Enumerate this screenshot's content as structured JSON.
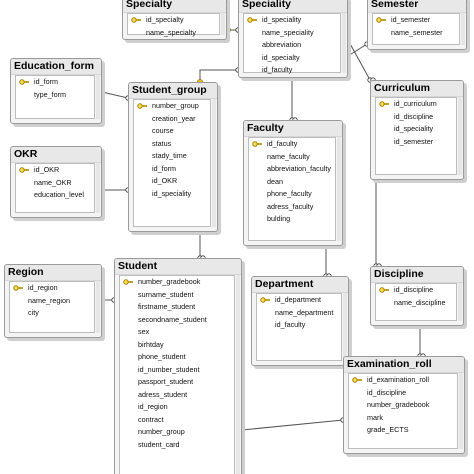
{
  "tables": [
    {
      "id": "specialty",
      "title": "Specialty",
      "fields": [
        {
          "name": "id_specialty",
          "pk": true
        },
        {
          "name": "name_specialty",
          "pk": false
        }
      ]
    },
    {
      "id": "speciality",
      "title": "Speciality",
      "fields": [
        {
          "name": "id_speciality",
          "pk": true
        },
        {
          "name": "name_speciality",
          "pk": false
        },
        {
          "name": "abbreviation",
          "pk": false
        },
        {
          "name": "id_specialty",
          "pk": false
        },
        {
          "name": "id_faculty",
          "pk": false
        }
      ]
    },
    {
      "id": "semester",
      "title": "Semester",
      "fields": [
        {
          "name": "id_semester",
          "pk": true
        },
        {
          "name": "name_semester",
          "pk": false
        }
      ]
    },
    {
      "id": "education_form",
      "title": "Education_form",
      "fields": [
        {
          "name": "id_form",
          "pk": true
        },
        {
          "name": "type_form",
          "pk": false
        }
      ]
    },
    {
      "id": "student_group",
      "title": "Student_group",
      "fields": [
        {
          "name": "number_group",
          "pk": true
        },
        {
          "name": "creation_year",
          "pk": false
        },
        {
          "name": "course",
          "pk": false
        },
        {
          "name": "status",
          "pk": false
        },
        {
          "name": "stady_time",
          "pk": false
        },
        {
          "name": "id_form",
          "pk": false
        },
        {
          "name": "id_OKR",
          "pk": false
        },
        {
          "name": "id_speciality",
          "pk": false
        }
      ]
    },
    {
      "id": "curriculum",
      "title": "Curriculum",
      "fields": [
        {
          "name": "id_curriculum",
          "pk": true
        },
        {
          "name": "id_discipline",
          "pk": false
        },
        {
          "name": "id_speciality",
          "pk": false
        },
        {
          "name": "id_semester",
          "pk": false
        }
      ]
    },
    {
      "id": "okr",
      "title": "OKR",
      "fields": [
        {
          "name": "id_OKR",
          "pk": true
        },
        {
          "name": "name_OKR",
          "pk": false
        },
        {
          "name": "education_level",
          "pk": false
        }
      ]
    },
    {
      "id": "faculty",
      "title": "Faculty",
      "fields": [
        {
          "name": "id_faculty",
          "pk": true
        },
        {
          "name": "name_faculty",
          "pk": false
        },
        {
          "name": "abbreviation_faculty",
          "pk": false
        },
        {
          "name": "dean",
          "pk": false
        },
        {
          "name": "phone_faculty",
          "pk": false
        },
        {
          "name": "adress_faculty",
          "pk": false
        },
        {
          "name": "bulding",
          "pk": false
        }
      ]
    },
    {
      "id": "region",
      "title": "Region",
      "fields": [
        {
          "name": "id_region",
          "pk": true
        },
        {
          "name": "name_region",
          "pk": false
        },
        {
          "name": "city",
          "pk": false
        }
      ]
    },
    {
      "id": "student",
      "title": "Student",
      "fields": [
        {
          "name": "number_gradebook",
          "pk": true
        },
        {
          "name": "surname_student",
          "pk": false
        },
        {
          "name": "firstname_student",
          "pk": false
        },
        {
          "name": "secondname_student",
          "pk": false
        },
        {
          "name": "sex",
          "pk": false
        },
        {
          "name": "birhtday",
          "pk": false
        },
        {
          "name": "phone_student",
          "pk": false
        },
        {
          "name": "id_number_student",
          "pk": false
        },
        {
          "name": "passport_student",
          "pk": false
        },
        {
          "name": "adress_student",
          "pk": false
        },
        {
          "name": "id_region",
          "pk": false
        },
        {
          "name": "contract",
          "pk": false
        },
        {
          "name": "number_group",
          "pk": false
        },
        {
          "name": "student_card",
          "pk": false
        }
      ]
    },
    {
      "id": "department",
      "title": "Department",
      "fields": [
        {
          "name": "id_department",
          "pk": true
        },
        {
          "name": "name_department",
          "pk": false
        },
        {
          "name": "id_faculty",
          "pk": false
        }
      ]
    },
    {
      "id": "discipline",
      "title": "Discipline",
      "fields": [
        {
          "name": "id_discipline",
          "pk": true
        },
        {
          "name": "name_discipline",
          "pk": false
        }
      ]
    },
    {
      "id": "examination_roll",
      "title": "Examination_roll",
      "fields": [
        {
          "name": "id_examination_roll",
          "pk": true
        },
        {
          "name": "id_discipline",
          "pk": false
        },
        {
          "name": "number_gradebook",
          "pk": false
        },
        {
          "name": "mark",
          "pk": false
        },
        {
          "name": "grade_ECTS",
          "pk": false
        }
      ]
    }
  ],
  "colors": {
    "key": "#e8c21a",
    "line": "#555555",
    "table_bg": "#f4f4f4"
  }
}
